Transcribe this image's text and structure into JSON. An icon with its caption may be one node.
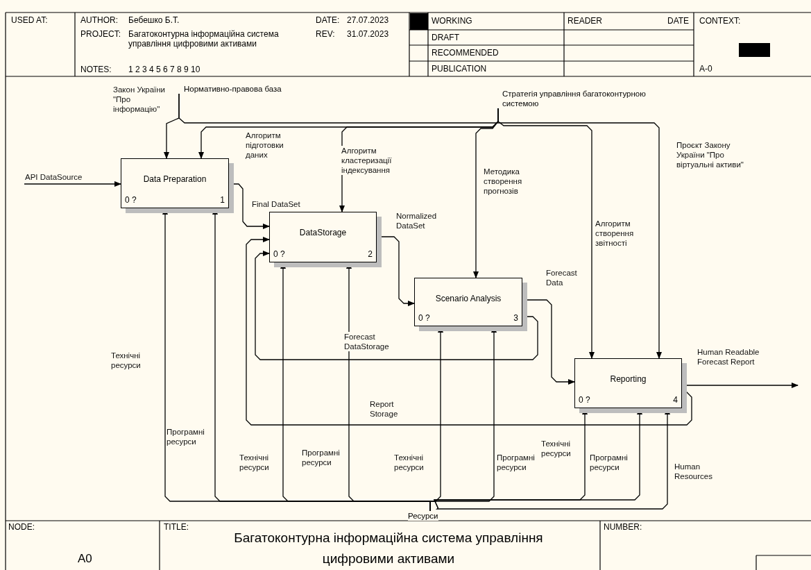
{
  "diagram": {
    "title": "Багатоконтурна інформаційна система управління цифровими активами",
    "nodes": [
      {
        "text": [
          "Data Preparation",
          "0 ?",
          "1"
        ]
      },
      {
        "text": [
          "DataStorage",
          "0 ?",
          "2"
        ]
      },
      {
        "text": [
          "Scenario Analysis",
          "0 ?",
          "3"
        ]
      },
      {
        "text": [
          "Reporting",
          "0 ?",
          "4"
        ]
      },
      {
        "text": [
          "Нормативно-правова база"
        ]
      },
      {
        "text": [
          "Стратегія управління багатоконтурною системою"
        ]
      },
      {
        "text": [
          "Ресурси"
        ]
      }
    ],
    "edges": [
      {
        "from": null,
        "to": 0,
        "arrow": "to",
        "label": "API DataSource"
      },
      {
        "from": 4,
        "to": 0,
        "arrow": "to",
        "label": "Закон України \"Про інформацію\""
      },
      {
        "from": 4,
        "to": 3,
        "arrow": "to",
        "label": "Проєкт Закону України \"Про віртуальні активи\""
      },
      {
        "from": 5,
        "to": 0,
        "arrow": "to",
        "label": "Алгоритм підготовки даних"
      },
      {
        "from": 5,
        "to": 1,
        "arrow": "to",
        "label": "Алгоритм кластеризації індексування"
      },
      {
        "from": 5,
        "to": 2,
        "arrow": "to",
        "label": "Методика створення прогнозів"
      },
      {
        "from": 5,
        "to": 3,
        "arrow": "to",
        "label": "Алгоритм створення звітності"
      },
      {
        "from": 0,
        "to": 1,
        "arrow": "to",
        "label": "Final DataSet"
      },
      {
        "from": 1,
        "to": 2,
        "arrow": "to",
        "label": "Normalized DataSet"
      },
      {
        "from": 2,
        "to": 3,
        "arrow": "to",
        "label": "Forecast Data"
      },
      {
        "from": 2,
        "to": 1,
        "arrow": "to",
        "label": "Forecast DataStorage"
      },
      {
        "from": 3,
        "to": 1,
        "arrow": "to",
        "label": "Report Storage"
      },
      {
        "from": 3,
        "to": null,
        "arrow": "to",
        "label": "Human Readable Forecast Report"
      },
      {
        "from": 6,
        "to": 0,
        "arrow": "to",
        "label": "Технічні ресурси"
      },
      {
        "from": 6,
        "to": 0,
        "arrow": "to",
        "label": "Програмні ресурси"
      },
      {
        "from": 6,
        "to": 1,
        "arrow": "to",
        "label": "Технічні ресурси"
      },
      {
        "from": 6,
        "to": 1,
        "arrow": "to",
        "label": "Програмні ресурси"
      },
      {
        "from": 6,
        "to": 2,
        "arrow": "to",
        "label": "Технічні ресурси"
      },
      {
        "from": 6,
        "to": 2,
        "arrow": "to",
        "label": "Програмні ресурси"
      },
      {
        "from": 6,
        "to": 3,
        "arrow": "to",
        "label": "Технічні ресурси"
      },
      {
        "from": 6,
        "to": 3,
        "arrow": "to",
        "label": "Програмні ресурси"
      },
      {
        "from": 6,
        "to": 3,
        "arrow": "to",
        "label": "Human Resources"
      }
    ],
    "labels": [
      "USED AT:",
      "AUTHOR:",
      "Бебешко Б.Т.",
      "DATE:",
      "27.07.2023",
      "PROJECT:",
      "Багатоконтурна інформаційна система управління цифровими активами",
      "REV:",
      "31.07.2023",
      "NOTES:",
      "1 2 3 4 5 6 7 8 9 10",
      "WORKING",
      "READER",
      "DATE",
      "CONTEXT:",
      "DRAFT",
      "RECOMMENDED",
      "PUBLICATION",
      "A-0",
      "NODE:",
      "A0",
      "TITLE:",
      "NUMBER:"
    ]
  }
}
